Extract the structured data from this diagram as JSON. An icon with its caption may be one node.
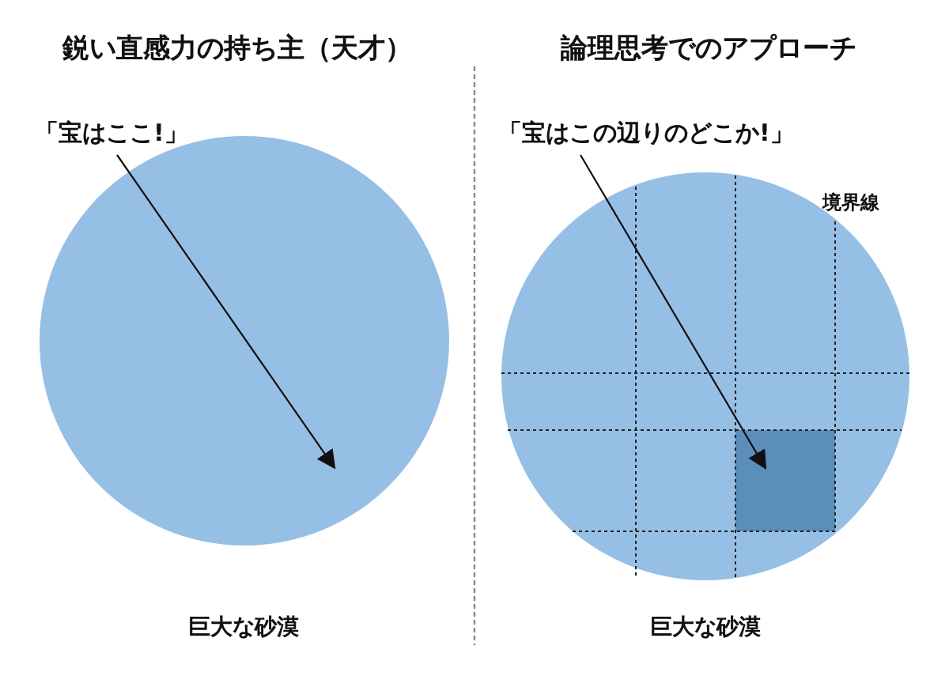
{
  "diagram": {
    "nodes": [
      {
        "text": [],
        "shape": "circle",
        "beside": [
          "巨大な砂漠"
        ]
      },
      {
        "text": [
          "「宝はここ!」"
        ]
      },
      {
        "text": [],
        "shape": "circle",
        "beside": [
          "巨大な砂漠"
        ]
      },
      {
        "text": [],
        "shape": "box",
        "in": 2
      },
      {
        "text": [
          "「宝はこの辺りのどこか!」"
        ]
      }
    ],
    "edges": [
      {
        "from": 1,
        "to": 0,
        "arrow": "to"
      },
      {
        "from": 4,
        "to": 3,
        "arrow": "to"
      }
    ],
    "labels": [
      "鋭い直感力の持ち主（天才）",
      "論理思考でのアプローチ",
      "境界線"
    ]
  }
}
